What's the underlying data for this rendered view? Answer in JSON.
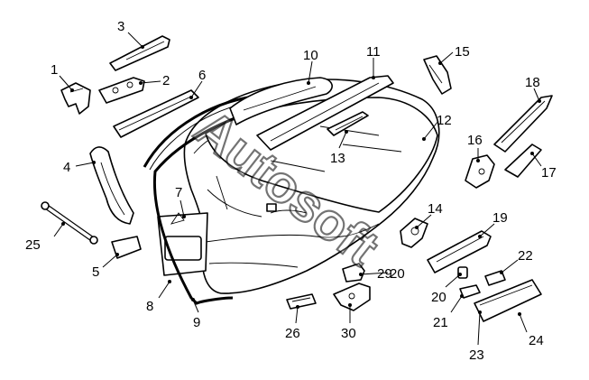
{
  "diagram": {
    "watermark": "Autosoft",
    "callouts": [
      {
        "id": "1",
        "text": "1"
      },
      {
        "id": "2",
        "text": "2"
      },
      {
        "id": "3",
        "text": "3"
      },
      {
        "id": "4",
        "text": "4"
      },
      {
        "id": "5",
        "text": "5"
      },
      {
        "id": "6",
        "text": "6"
      },
      {
        "id": "7",
        "text": "7"
      },
      {
        "id": "8",
        "text": "8"
      },
      {
        "id": "9",
        "text": "9"
      },
      {
        "id": "10",
        "text": "10"
      },
      {
        "id": "11",
        "text": "11"
      },
      {
        "id": "12",
        "text": "12"
      },
      {
        "id": "13",
        "text": "13"
      },
      {
        "id": "14",
        "text": "14"
      },
      {
        "id": "15",
        "text": "15"
      },
      {
        "id": "16",
        "text": "16"
      },
      {
        "id": "17",
        "text": "17"
      },
      {
        "id": "18",
        "text": "18"
      },
      {
        "id": "19",
        "text": "19"
      },
      {
        "id": "20a",
        "text": "20"
      },
      {
        "id": "20b",
        "text": "20"
      },
      {
        "id": "21",
        "text": "21"
      },
      {
        "id": "22",
        "text": "22"
      },
      {
        "id": "23",
        "text": "23"
      },
      {
        "id": "24",
        "text": "24"
      },
      {
        "id": "25",
        "text": "25"
      },
      {
        "id": "26",
        "text": "26"
      },
      {
        "id": "29",
        "text": "29"
      },
      {
        "id": "30",
        "text": "30"
      }
    ]
  }
}
